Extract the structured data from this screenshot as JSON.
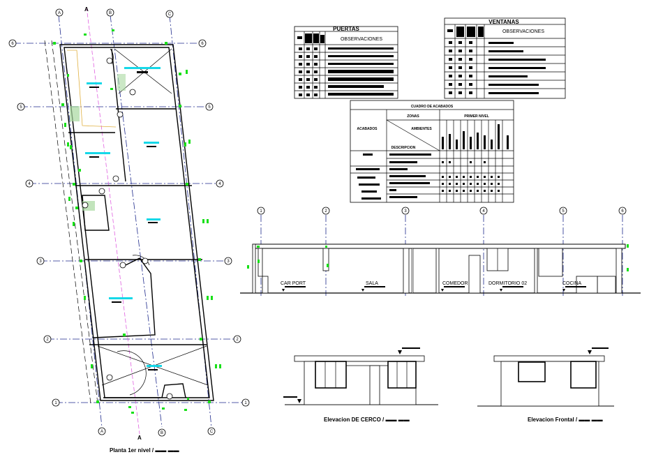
{
  "floor_plan": {
    "caption": "Planta 1er nivel / ▬▬ ▬▬",
    "section_mark_top": "A",
    "section_mark_bottom": "A",
    "grid_letters_top": [
      "A",
      "B",
      "C"
    ],
    "grid_letters_bottom": [
      "A",
      "B",
      "C"
    ],
    "grid_numbers_left": [
      "6",
      "5",
      "4",
      "3",
      "2",
      "1"
    ],
    "grid_numbers_right": [
      "6",
      "5",
      "4",
      "3",
      "2",
      "1"
    ]
  },
  "doors_table": {
    "title": "PUERTAS",
    "header_col": "OBSERVACIONES",
    "row_count": 7
  },
  "windows_table": {
    "title": "VENTANAS",
    "header_col": "OBSERVACIONES",
    "row_count": 7
  },
  "finishes_table": {
    "title": "CUADRO DE ACABADOS",
    "zonas": "ZONAS",
    "primer_nivel": "PRIMER NIVEL",
    "acabados": "ACABADOS",
    "ambientes": "AMBIENTES",
    "descripcion": "DESCRIPCION"
  },
  "section": {
    "axis_numbers": [
      "1",
      "2",
      "3",
      "4",
      "5",
      "6"
    ],
    "rooms": [
      "CAR PORT",
      "SALA",
      "COMEDOR",
      "DORMITORIO 02",
      "COCINA"
    ]
  },
  "elevation_fence": {
    "caption": "Elevacion DE CERCO / ▬▬ ▬▬"
  },
  "elevation_front": {
    "caption": "Elevacion Frontal / ▬▬ ▬▬"
  },
  "colors": {
    "line": "#000000",
    "axis": "#1e2a8c",
    "dim_marker": "#18e018",
    "label_tag": "#16d8e8",
    "section_line": "#e060e0",
    "stair_zone": "#a8d8a0"
  }
}
